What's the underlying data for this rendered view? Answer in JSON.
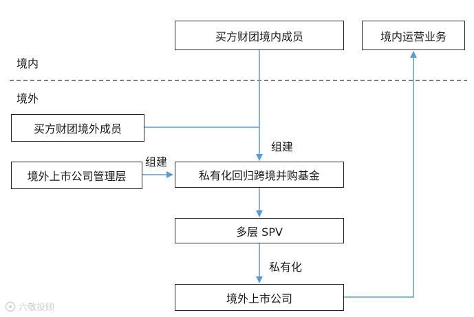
{
  "regions": {
    "domestic": "境内",
    "overseas": "境外"
  },
  "nodes": {
    "buyer_domestic": "买方财团境内成员",
    "domestic_ops": "境内运营业务",
    "buyer_overseas": "买方财团境外成员",
    "management": "境外上市公司管理层",
    "fund": "私有化回归跨境并购基金",
    "spv": "多层 SPV",
    "listed_co": "境外上市公司"
  },
  "edge_labels": {
    "form_top": "组建",
    "form_left": "组建",
    "privatize": "私有化"
  },
  "watermark": "六敬投顾",
  "colors": {
    "arrow": "#5b9bd5",
    "box_border": "#222222",
    "divider": "#333333"
  }
}
